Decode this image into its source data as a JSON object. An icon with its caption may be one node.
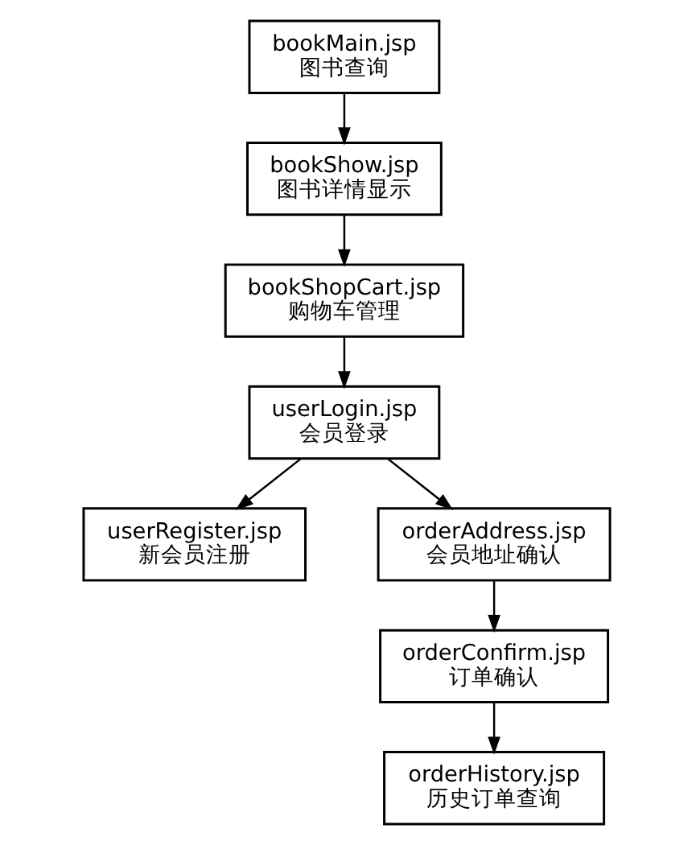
{
  "diagram": {
    "nodes": [
      {
        "text": [
          "bookMain.jsp",
          "图书查询"
        ]
      },
      {
        "text": [
          "bookShow.jsp",
          "图书详情显示"
        ]
      },
      {
        "text": [
          "bookShopCart.jsp",
          "购物车管理"
        ]
      },
      {
        "text": [
          "userLogin.jsp",
          "会员登录"
        ]
      },
      {
        "text": [
          "userRegister.jsp",
          "新会员注册"
        ]
      },
      {
        "text": [
          "orderAddress.jsp",
          "会员地址确认"
        ]
      },
      {
        "text": [
          "orderConfirm.jsp",
          "订单确认"
        ]
      },
      {
        "text": [
          "orderHistory.jsp",
          "历史订单查询"
        ]
      }
    ],
    "edges": [
      {
        "from": 0,
        "to": 1,
        "arrow": "to"
      },
      {
        "from": 1,
        "to": 2,
        "arrow": "to"
      },
      {
        "from": 2,
        "to": 3,
        "arrow": "to"
      },
      {
        "from": 3,
        "to": 4,
        "arrow": "to"
      },
      {
        "from": 3,
        "to": 5,
        "arrow": "to"
      },
      {
        "from": 5,
        "to": 6,
        "arrow": "to"
      },
      {
        "from": 6,
        "to": 7,
        "arrow": "to"
      }
    ]
  }
}
